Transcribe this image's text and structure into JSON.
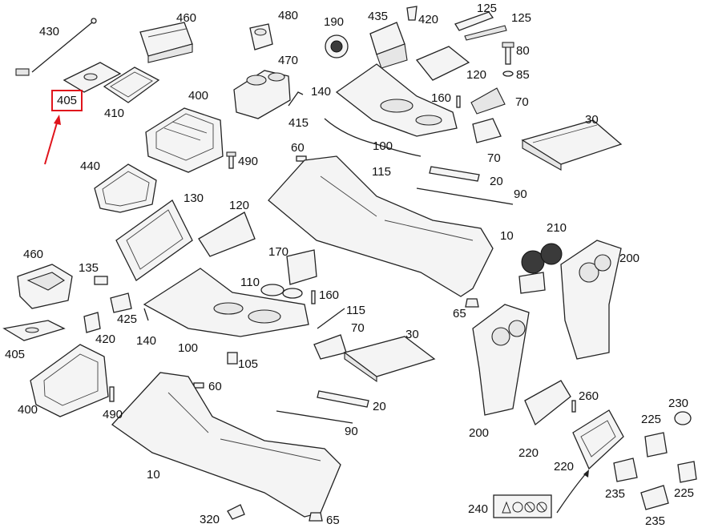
{
  "accent_color": "#e0141c",
  "labels": {
    "l430": "430",
    "l460a": "460",
    "l480": "480",
    "l190": "190",
    "l435": "435",
    "l420a": "420",
    "l125a": "125",
    "l125b": "125",
    "l80": "80",
    "l85": "85",
    "l470": "470",
    "l405a": "405",
    "l410": "410",
    "l400a": "400",
    "l140a": "140",
    "l415": "415",
    "l120a": "120",
    "l160a": "160",
    "l70a": "70",
    "l30a": "30",
    "l60a": "60",
    "l100a": "100",
    "l70b": "70",
    "l490a": "490",
    "l440": "440",
    "l115a": "115",
    "l20a": "20",
    "l90a": "90",
    "l130": "130",
    "l120b": "120",
    "l10a": "10",
    "l460b": "460",
    "l210": "210",
    "l200a": "200",
    "l170": "170",
    "l135": "135",
    "l110": "110",
    "l160b": "160",
    "l65a": "65",
    "l115b": "115",
    "l425": "425",
    "l70c": "70",
    "l420b": "420",
    "l140b": "140",
    "l30b": "30",
    "l405b": "405",
    "l100b": "100",
    "l105": "105",
    "l60b": "60",
    "l20b": "20",
    "l400b": "400",
    "l490b": "490",
    "l260": "260",
    "l230": "230",
    "l200b": "200",
    "l225a": "225",
    "l90b": "90",
    "l220a": "220",
    "l220b": "220",
    "l10b": "10",
    "l235a": "235",
    "l225b": "225",
    "l240": "240",
    "l235b": "235",
    "l320": "320",
    "l65b": "65"
  }
}
